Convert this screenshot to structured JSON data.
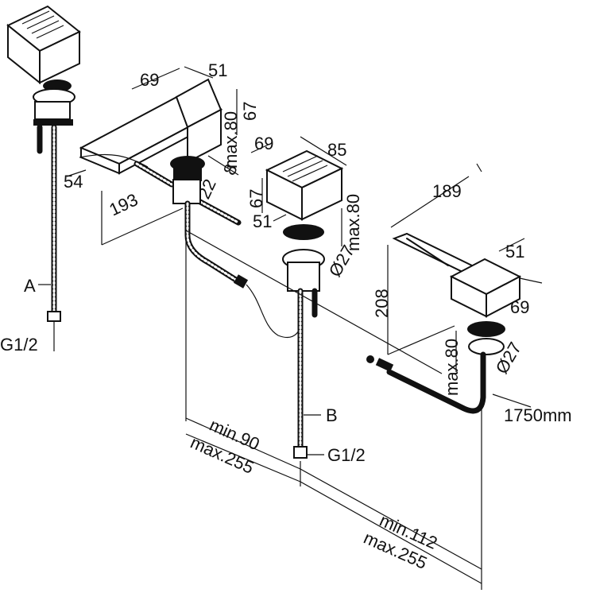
{
  "diagram": {
    "hose_a": {
      "letter": "A",
      "thread": "G1/2"
    },
    "hose_b": {
      "letter": "B",
      "thread": "G1/2"
    },
    "spout_dims": {
      "width": "69",
      "depth": "51",
      "height": "67",
      "reach": "193",
      "mount": "54",
      "max_thickness": "max.80"
    },
    "valve_dims": {
      "width": "69",
      "depth": "85",
      "height": "67",
      "side": "51",
      "max_thickness": "max.80",
      "bore": "Ø27"
    },
    "handshower_dims": {
      "length": "189",
      "depth": "51",
      "width": "69",
      "height": "208",
      "max_thickness": "max.80",
      "bore": "Ø27",
      "hose_length": "1750mm"
    },
    "spacing_1": {
      "min": "min.90",
      "max": "max.255"
    },
    "spacing_2": {
      "min": "min.112",
      "max": "max.255"
    },
    "misc_labels": {
      "small_1": "22",
      "small_2": "8"
    }
  }
}
